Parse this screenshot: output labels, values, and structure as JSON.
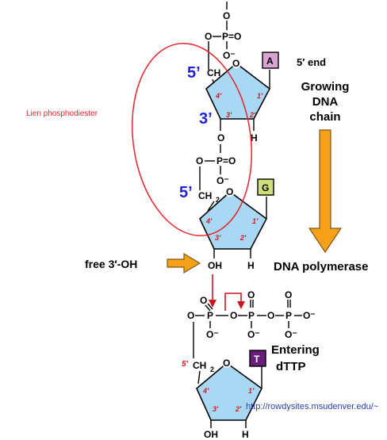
{
  "annotations": {
    "link_label": "Lien phosphodiester",
    "prime5_top": "5’",
    "prime3": "3’",
    "prime5_mid": "5’",
    "url": "http://rowdysites.msudenver.edu/~"
  },
  "strand": {
    "end_label": "5′ end",
    "growing_line1": "Growing",
    "growing_line2": "DNA",
    "growing_line3": "chain",
    "enzyme": "DNA polymerase",
    "free_oh": "free 3′-OH",
    "entering_line1": "Entering",
    "entering_line2": "dTTP"
  },
  "bases": {
    "top": "A",
    "middle": "G",
    "bottom": "T"
  },
  "chemistry": {
    "o": "O",
    "p": "P",
    "ch2": "CH",
    "sub2": "2",
    "h": "H",
    "oh": "OH",
    "phosphate_eq": "P=O",
    "o_minus": "O⁻",
    "c1": "1′",
    "c2": "2′",
    "c3": "3′",
    "c4": "4′",
    "c5": "5′"
  },
  "colors": {
    "sugar": "#a9d8f5",
    "base_A": "#d9a3d6",
    "base_G": "#cfe07a",
    "base_T": "#6a1d7a",
    "arrow_orange": "#f7a11a",
    "annotation_red": "#e8222a",
    "prime_blue": "#1f1fd6",
    "mechanism_red": "#c8181e"
  }
}
